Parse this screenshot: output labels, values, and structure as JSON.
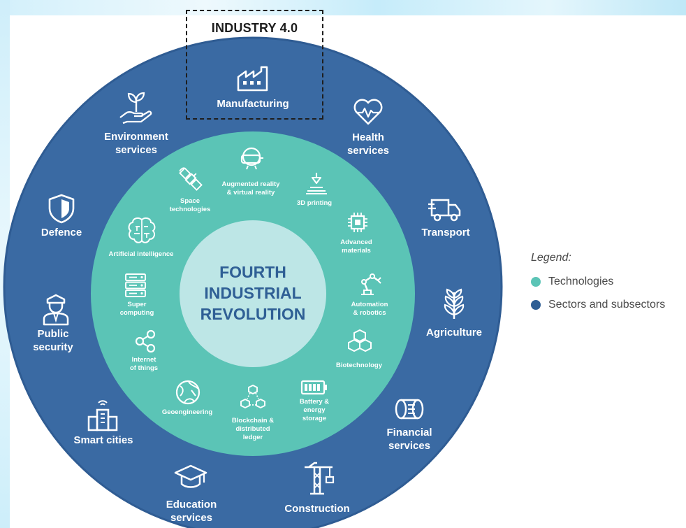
{
  "colors": {
    "outer_ring": "#3a6aa3",
    "outer_ring_edge": "#2f5c93",
    "inner_ring": "#5bc4b6",
    "core": "#bde6e6",
    "core_text": "#2f5f95",
    "legend_technologies": "#5bc4b6",
    "legend_sectors": "#2f5f95"
  },
  "industry_box": {
    "title": "INDUSTRY 4.0"
  },
  "core": {
    "lines": [
      "FOURTH",
      "INDUSTRIAL",
      "REVOLUTION"
    ]
  },
  "sectors": {
    "manufacturing": {
      "lines": [
        "Manufacturing"
      ],
      "icon": "factory-icon"
    },
    "health": {
      "lines": [
        "Health",
        "services"
      ],
      "icon": "heart-pulse-icon"
    },
    "transport": {
      "lines": [
        "Transport"
      ],
      "icon": "truck-icon"
    },
    "agriculture": {
      "lines": [
        "Agriculture"
      ],
      "icon": "wheat-icon"
    },
    "financial": {
      "lines": [
        "Financial",
        "services"
      ],
      "icon": "coins-icon"
    },
    "construction": {
      "lines": [
        "Construction"
      ],
      "icon": "crane-icon"
    },
    "education": {
      "lines": [
        "Education",
        "services"
      ],
      "icon": "graduation-cap-icon"
    },
    "smart_cities": {
      "lines": [
        "Smart cities"
      ],
      "icon": "smart-building-icon"
    },
    "public_security": {
      "lines": [
        "Public",
        "security"
      ],
      "icon": "police-officer-icon"
    },
    "defence": {
      "lines": [
        "Defence"
      ],
      "icon": "shield-icon"
    },
    "environment": {
      "lines": [
        "Environment",
        "services"
      ],
      "icon": "plant-hand-icon"
    }
  },
  "technologies": {
    "ar_vr": {
      "lines": [
        "Augmented reality",
        "& virtual reality"
      ],
      "icon": "vr-headset-icon"
    },
    "printing_3d": {
      "lines": [
        "3D printing"
      ],
      "icon": "3d-printer-icon"
    },
    "advanced_materials": {
      "lines": [
        "Advanced",
        "materials"
      ],
      "icon": "chip-icon"
    },
    "automation": {
      "lines": [
        "Automation",
        "& robotics"
      ],
      "icon": "robot-arm-icon"
    },
    "biotechnology": {
      "lines": [
        "Biotechnology"
      ],
      "icon": "molecule-icon"
    },
    "battery": {
      "lines": [
        "Battery &",
        "energy",
        "storage"
      ],
      "icon": "battery-icon"
    },
    "blockchain": {
      "lines": [
        "Blockchain &",
        "distributed",
        "ledger"
      ],
      "icon": "blockchain-cubes-icon"
    },
    "geoengineering": {
      "lines": [
        "Geoengineering"
      ],
      "icon": "globe-icon"
    },
    "iot": {
      "lines": [
        "Internet",
        "of things"
      ],
      "icon": "network-nodes-icon"
    },
    "supercomputing": {
      "lines": [
        "Super",
        "computing"
      ],
      "icon": "server-icon"
    },
    "ai": {
      "lines": [
        "Artificial intelligence"
      ],
      "icon": "brain-icon"
    },
    "space": {
      "lines": [
        "Space",
        "technologies"
      ],
      "icon": "satellite-icon"
    }
  },
  "legend": {
    "title": "Legend:",
    "items": [
      {
        "label": "Technologies",
        "color": "#5bc4b6"
      },
      {
        "label": "Sectors and subsectors",
        "color": "#2f5f95"
      }
    ]
  }
}
